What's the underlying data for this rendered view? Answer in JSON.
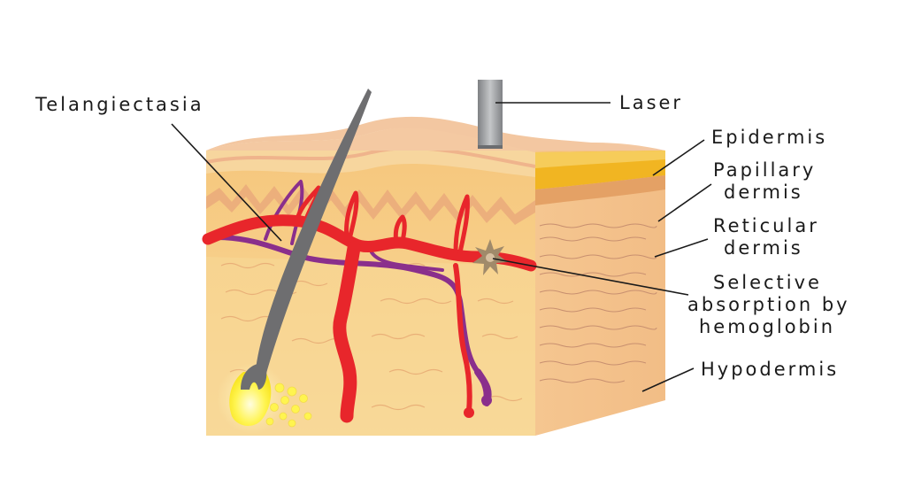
{
  "labels": {
    "telangiectasia": "Telangiectasia",
    "laser": "Laser",
    "epidermis": "Epidermis",
    "papillary_1": "Papillary",
    "papillary_2": "dermis",
    "reticular_1": "Reticular",
    "reticular_2": "dermis",
    "selective_1": "Selective",
    "selective_2": "absorption by",
    "selective_3": "hemoglobin",
    "hypodermis": "Hypodermis"
  },
  "colors": {
    "epidermis": "#f4c9a2",
    "dermis": "#f7c982",
    "hypodermis": "#f8d590",
    "side_face": "#f3c490",
    "vessel_red": "#e8262b",
    "vessel_purple": "#8a2f8c",
    "hair": "#6e6e70",
    "laser_probe": "#9a9c9f",
    "follicle_yellow": "#fff44f"
  }
}
